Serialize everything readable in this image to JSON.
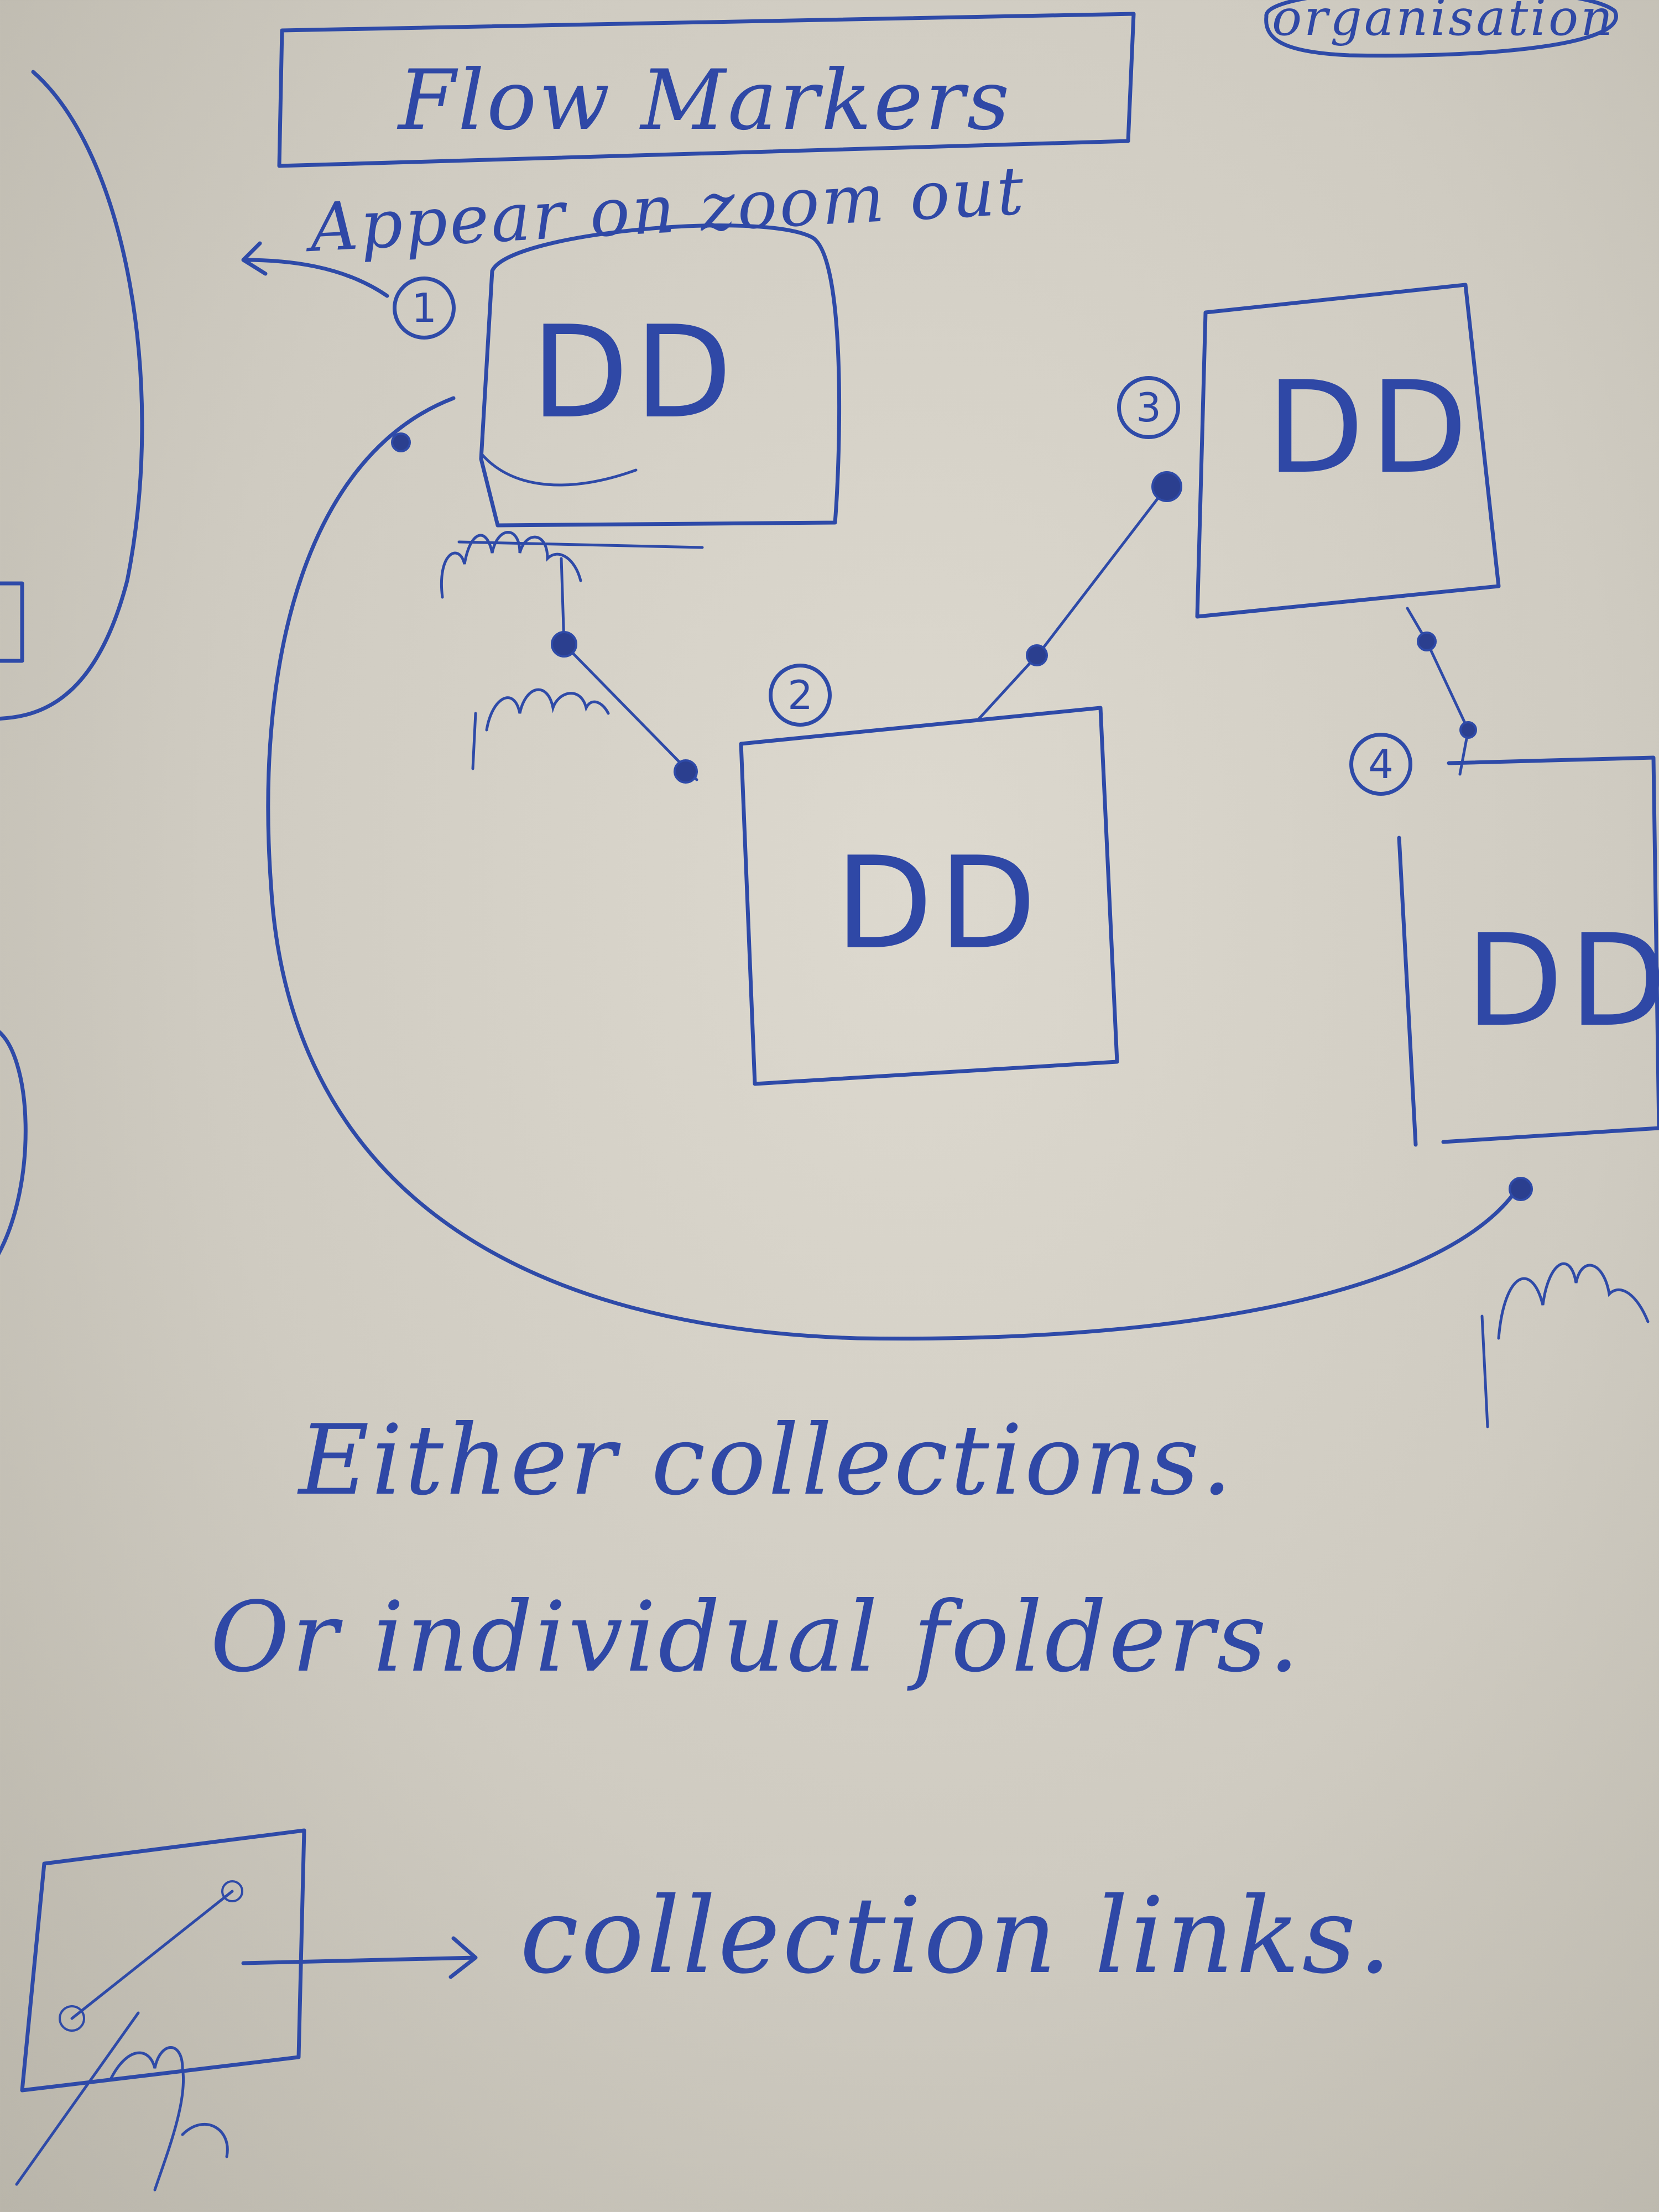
{
  "title": "Flow Markers",
  "subtitle_note": "Appear on zoom out",
  "corner_note": "organisation",
  "nodes": [
    {
      "number": "1",
      "label": "DD"
    },
    {
      "number": "2",
      "label": "DD"
    },
    {
      "number": "3",
      "label": "DD"
    },
    {
      "number": "4",
      "label": "DD"
    }
  ],
  "notes": {
    "line1": "Either collections.",
    "line2": "Or individual folders."
  },
  "legend": {
    "label": "collection links."
  },
  "colors": {
    "ink": "#2e4aa8",
    "paper": "#d6d2c8"
  }
}
